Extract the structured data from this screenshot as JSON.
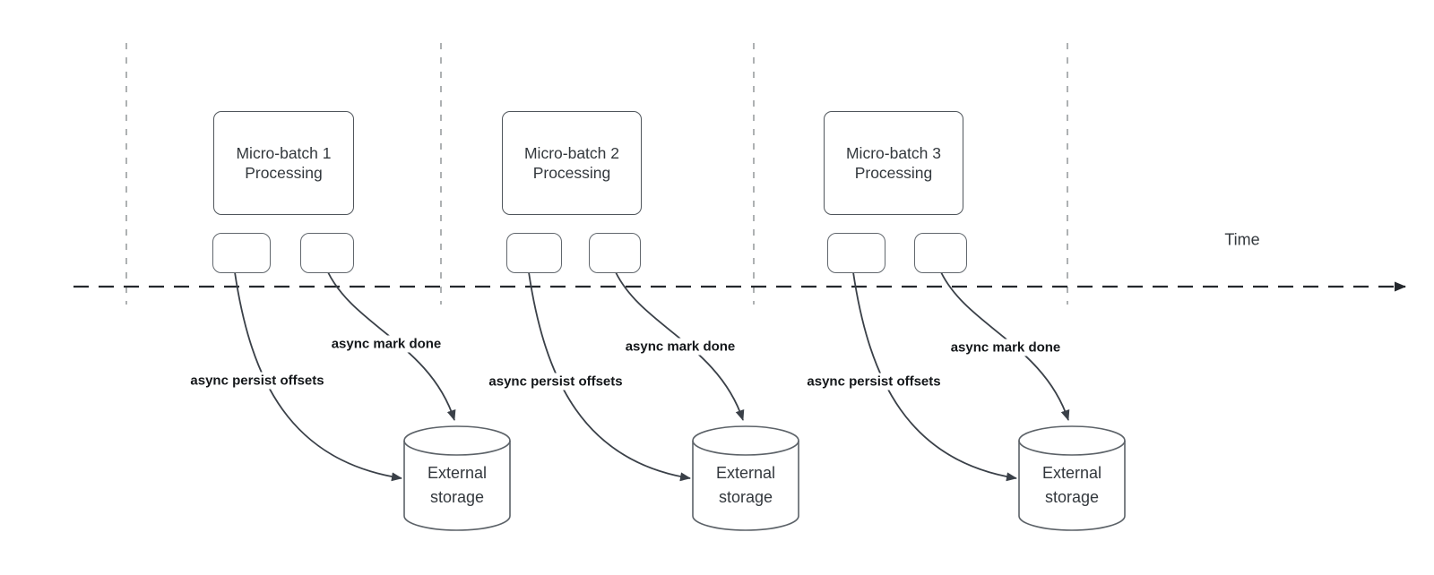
{
  "time_axis": {
    "label": "Time"
  },
  "batches": [
    {
      "box_line1": "Micro-batch 1",
      "box_line2": "Processing",
      "persist_label": "async persist offsets",
      "mark_done_label": "async mark done",
      "storage_line1": "External",
      "storage_line2": "storage"
    },
    {
      "box_line1": "Micro-batch 2",
      "box_line2": "Processing",
      "persist_label": "async persist offsets",
      "mark_done_label": "async mark done",
      "storage_line1": "External",
      "storage_line2": "storage"
    },
    {
      "box_line1": "Micro-batch 3",
      "box_line2": "Processing",
      "persist_label": "async persist offsets",
      "mark_done_label": "async mark done",
      "storage_line1": "External",
      "storage_line2": "storage"
    }
  ],
  "colors": {
    "background": "#ffffff",
    "shape_stroke": "#50565c",
    "connector_stroke": "#3a4048",
    "timeline_stroke": "#24282d",
    "guide_stroke": "#a6a9ab",
    "box_text": "#33383d",
    "label_text": "#14171a"
  }
}
